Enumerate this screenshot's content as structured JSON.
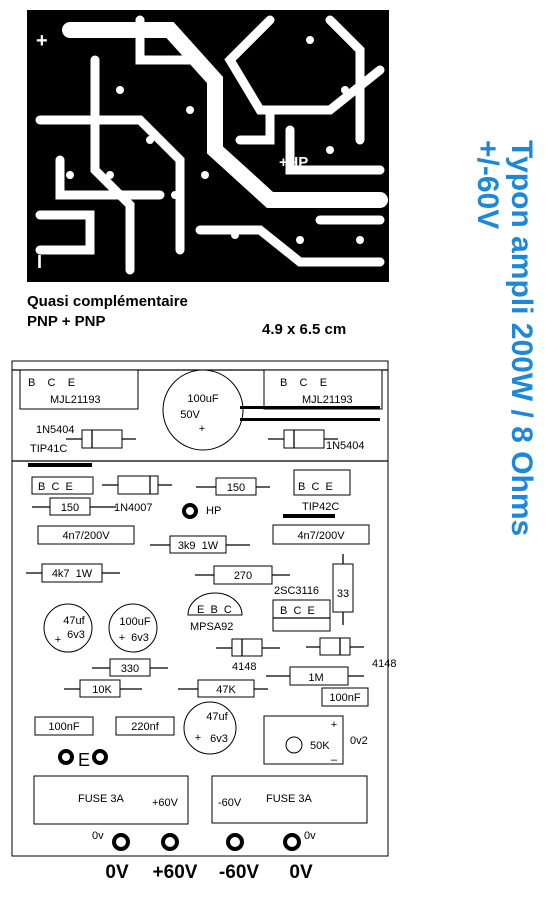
{
  "pcb": {
    "plus": "+",
    "minus": "I",
    "hp_mirrored": "+ЧP"
  },
  "captions": {
    "type_line1": "Quasi complémentaire",
    "type_line2": "PNP + PNP",
    "size": "4.9 x 6.5 cm"
  },
  "side_title": {
    "line1": "Typon ampli 200W / 8 Ohms",
    "line2": "+/-60V"
  },
  "layout": {
    "t1_pins": "B    C    E",
    "t1_name": "MJL21193",
    "t2_pins": "B    C    E",
    "t2_name": "MJL21193",
    "cap_main": "100uF",
    "cap_main_v": "50V",
    "cap_main_plus": "+",
    "d1": "1N5404",
    "tip41": "TIP41C",
    "d2": "1N5404",
    "bce1": "B  C  E",
    "r150a": "150",
    "d4007": "1N4007",
    "r150b": "150",
    "hp": "HP",
    "bce2": "B  C  E",
    "tip42": "TIP42C",
    "c4n7a": "4n7/200V",
    "r3k9": "3k9  1W",
    "c4n7b": "4n7/200V",
    "r4k7": "4k7  1W",
    "r270": "270",
    "t2sc": "2SC3116",
    "r33": "33",
    "c47a": "47uf",
    "c47a_v": "6v3",
    "c47a_plus": "+",
    "c100": "100uF",
    "c100_plus": "+",
    "c100_v": "6v3",
    "mpsa_pins": "E  B  C",
    "mpsa": "MPSA92",
    "bce3": "B  C  E",
    "d4148a": "4148",
    "d4148b": "4148",
    "r330": "330",
    "r1m": "1M",
    "r10k": "10K",
    "r47k": "47K",
    "c100nf_r": "100nF",
    "c47b": "47uf",
    "c47b_plus": "+",
    "c47b_v": "6v3",
    "c100nf_l": "100nF",
    "c220nf": "220nf",
    "pot_plus": "+",
    "pot": "50K",
    "pot_minus": "–",
    "pot_ref": "0v2",
    "e_label": "E",
    "fuse1": "FUSE 3A",
    "fuse1_v": "+60V",
    "fuse2_v": "-60V",
    "fuse2": "FUSE 3A",
    "gnd_l": "0v",
    "gnd_r": "0v"
  },
  "terminals": [
    "0V",
    "+60V",
    "-60V",
    "0V"
  ]
}
